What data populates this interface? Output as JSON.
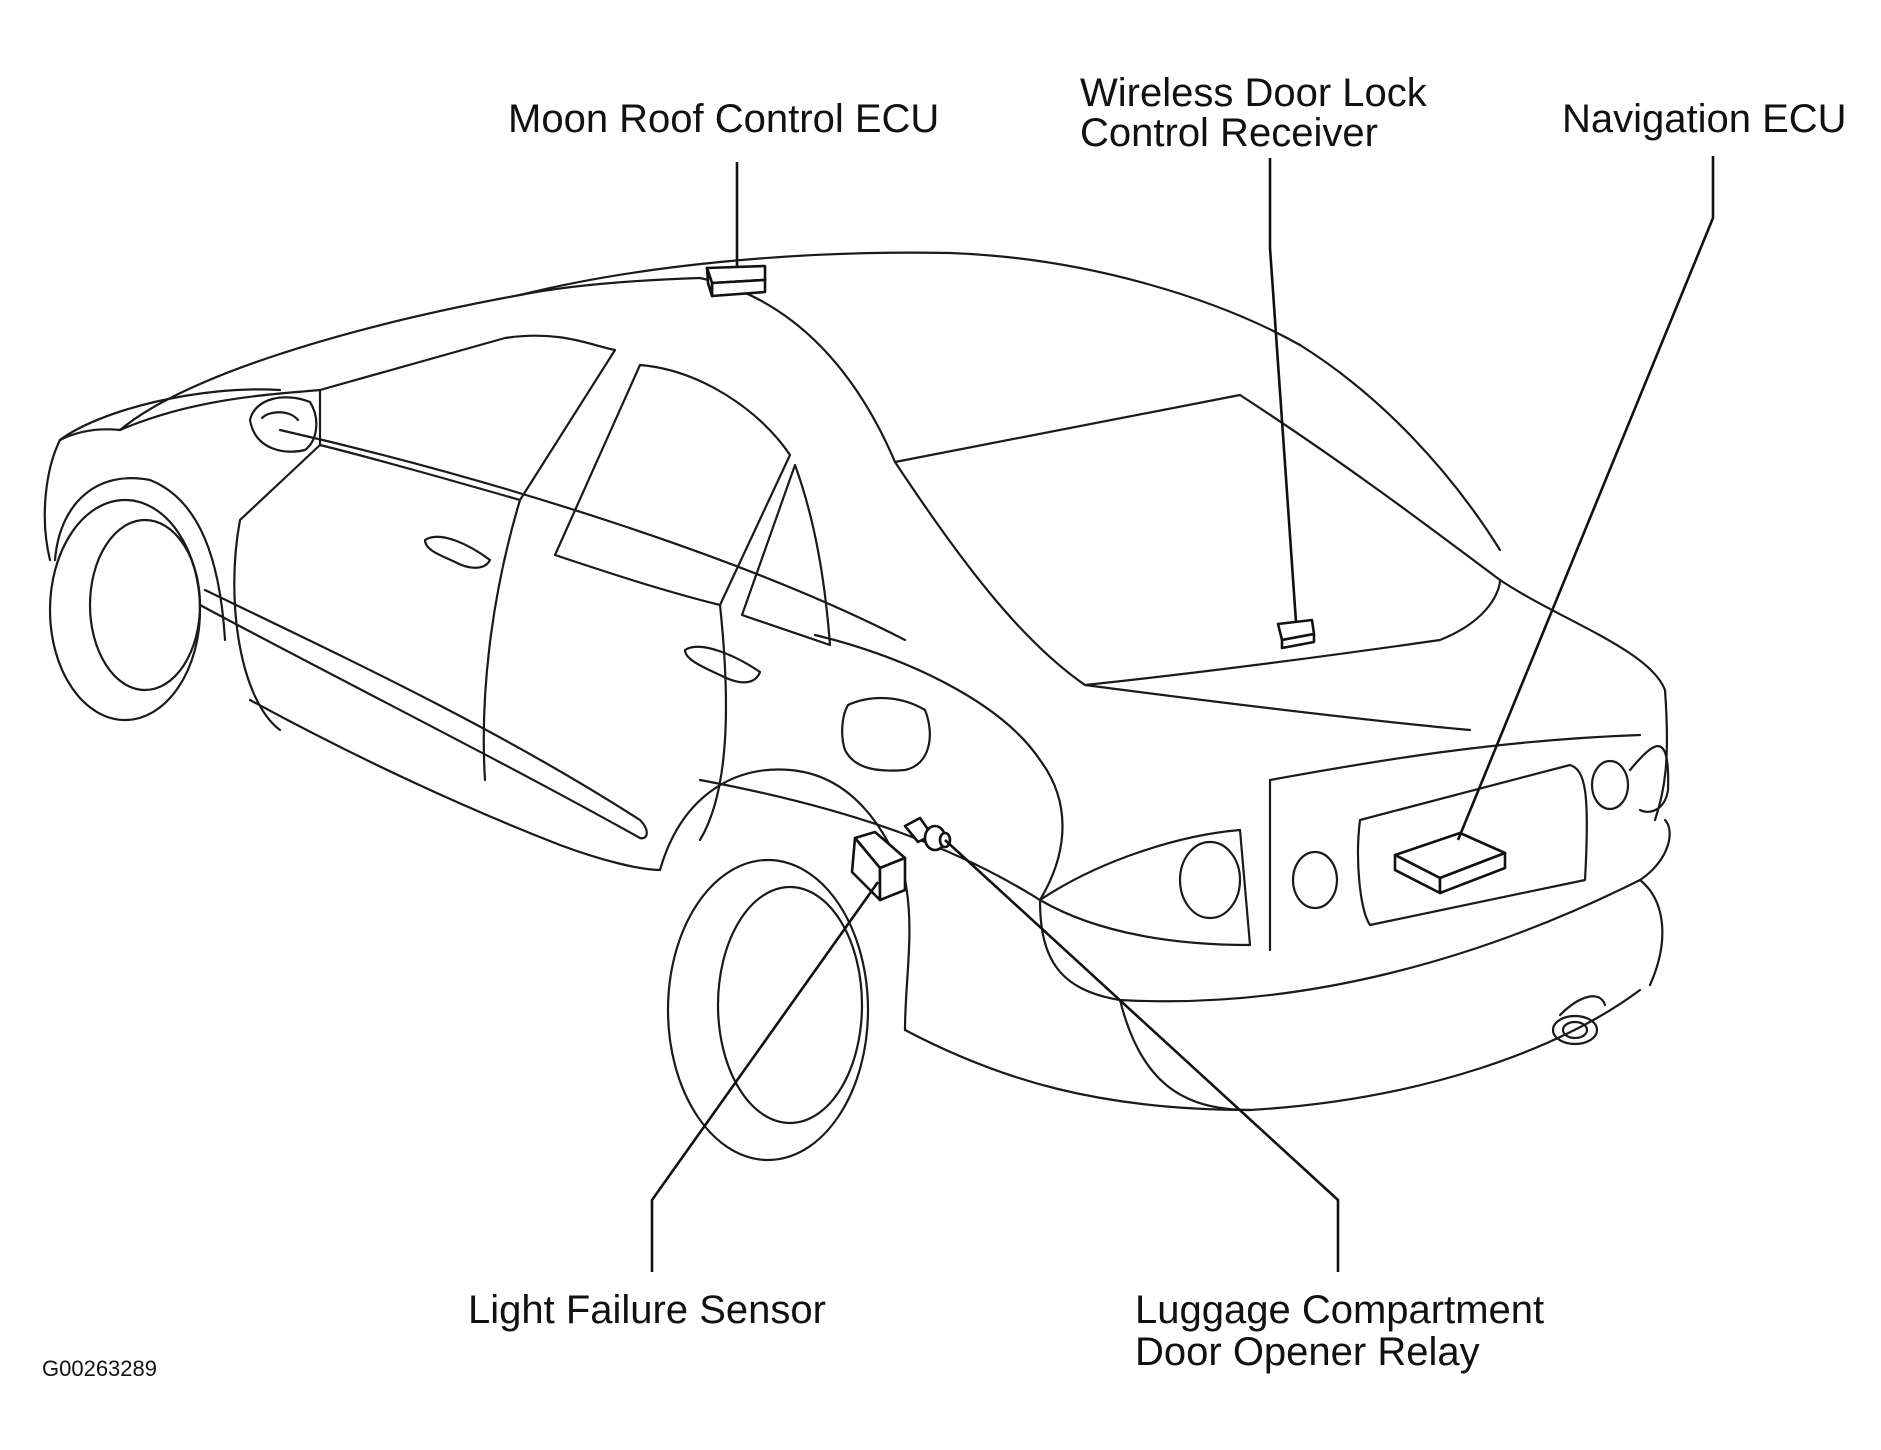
{
  "labels": {
    "moon_roof_ecu": "Moon Roof Control ECU",
    "wireless_receiver_line1": "Wireless Door Lock",
    "wireless_receiver_line2": "Control Receiver",
    "navigation_ecu": "Navigation ECU",
    "light_failure_sensor": "Light Failure Sensor",
    "luggage_relay_line1": "Luggage Compartment",
    "luggage_relay_line2": "Door Opener Relay"
  },
  "figure_code": "G00263289"
}
